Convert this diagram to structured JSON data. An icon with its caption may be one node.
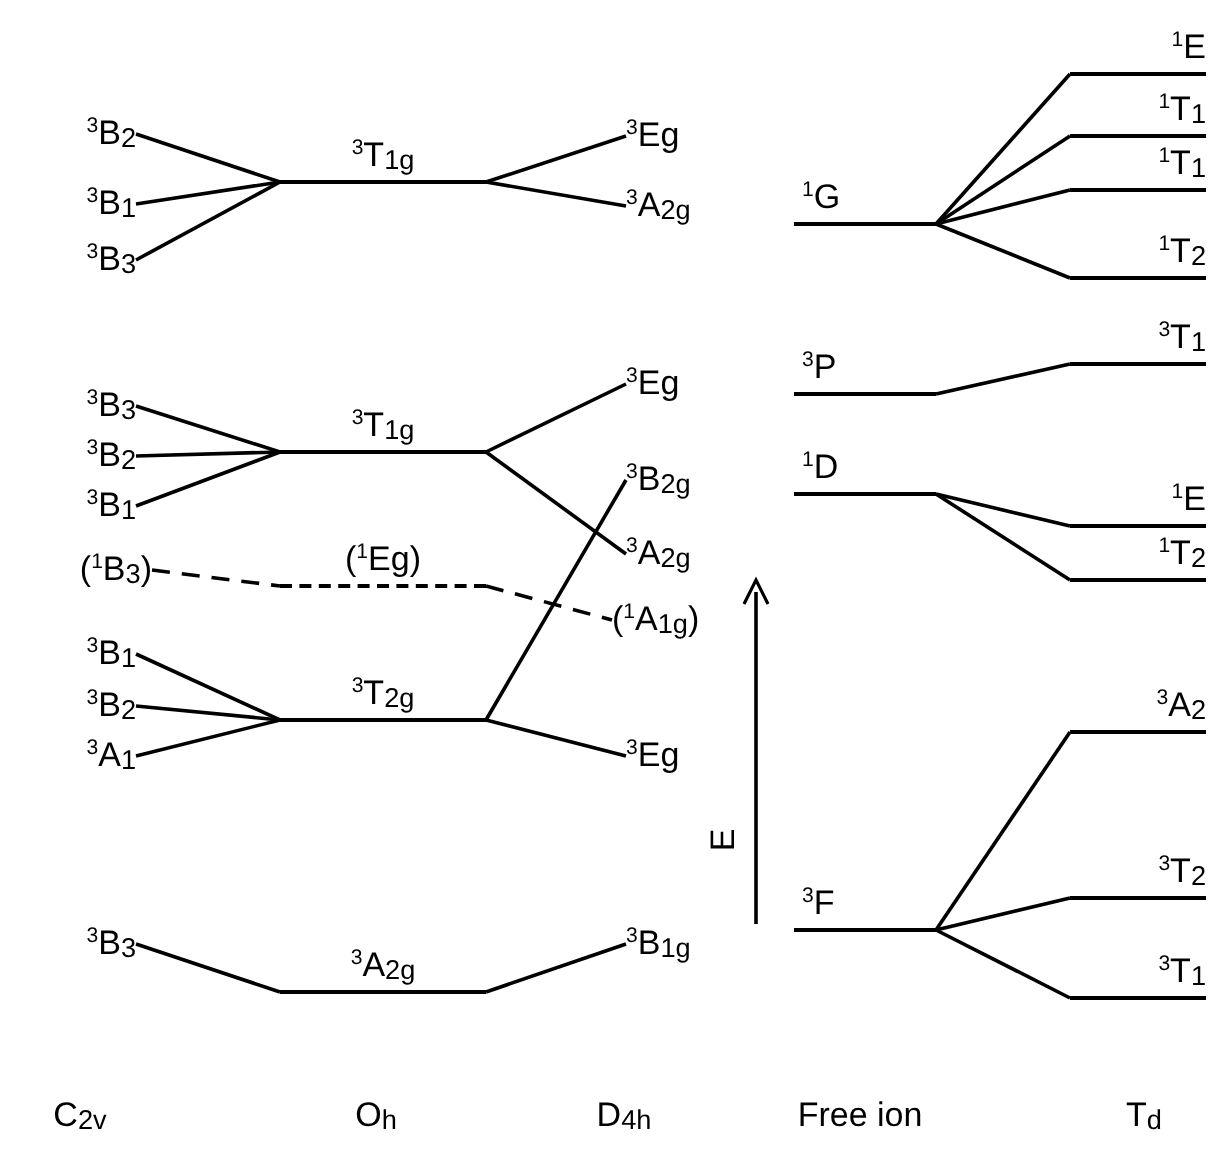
{
  "diagram": {
    "nodes": [
      {
        "text": [
          "$^{3}$B$_{2}$"
        ]
      },
      {
        "text": [
          "$^{3}$B$_{1}$"
        ]
      },
      {
        "text": [
          "$^{3}$B$_{3}$"
        ]
      },
      {
        "text": [
          "$^{3}$T$_{1g}$"
        ]
      },
      {
        "text": [
          "$^{3}$Eg"
        ]
      },
      {
        "text": [
          "$^{3}$A$_{2g}$"
        ]
      },
      {
        "text": [
          "$^{1}$G"
        ]
      },
      {
        "text": [
          "$^{1}$E"
        ]
      },
      {
        "text": [
          "$^{1}$T$_{1}$"
        ]
      },
      {
        "text": [
          "$^{1}$T$_{1}$"
        ]
      },
      {
        "text": [
          "$^{1}$T$_{2}$"
        ]
      },
      {
        "text": [
          "$^{3}$B$_{3}$"
        ]
      },
      {
        "text": [
          "$^{3}$B$_{2}$"
        ]
      },
      {
        "text": [
          "$^{3}$B$_{1}$"
        ]
      },
      {
        "text": [
          "$^{3}$T$_{1g}$"
        ]
      },
      {
        "text": [
          "$^{3}$Eg"
        ]
      },
      {
        "text": [
          "$^{3}$P"
        ]
      },
      {
        "text": [
          "$^{3}$T$_{1}$"
        ]
      },
      {
        "text": [
          "$^{3}$B$_{2g}$"
        ]
      },
      {
        "text": [
          "$^{3}$A$_{2g}$"
        ]
      },
      {
        "text": [
          "$^{1}$D"
        ]
      },
      {
        "text": [
          "$^{1}$E"
        ]
      },
      {
        "text": [
          "$^{1}$T$_{2}$"
        ]
      },
      {
        "text": [
          "($^{1}$B$_{3}$)"
        ]
      },
      {
        "text": [
          "($^{1}$Eg)"
        ]
      },
      {
        "text": [
          "($^{1}$A$_{1g}$)"
        ]
      },
      {
        "text": [
          "$^{3}$B$_{1}$"
        ]
      },
      {
        "text": [
          "$^{3}$B$_{2}$"
        ]
      },
      {
        "text": [
          "$^{3}$A$_{1}$"
        ]
      },
      {
        "text": [
          "$^{3}$T$_{2g}$"
        ]
      },
      {
        "text": [
          "$^{3}$Eg"
        ]
      },
      {
        "text": [
          "$^{3}$A$_{2}$"
        ]
      },
      {
        "text": [
          "$^{3}$F"
        ]
      },
      {
        "text": [
          "$^{3}$T$_{2}$"
        ]
      },
      {
        "text": [
          "$^{3}$T$_{1}$"
        ]
      },
      {
        "text": [
          "$^{3}$B$_{3}$"
        ]
      },
      {
        "text": [
          "$^{3}$A$_{2g}$"
        ]
      },
      {
        "text": [
          "$^{3}$B$_{1g}$"
        ]
      }
    ],
    "edges": [
      {
        "from": 0,
        "to": 3,
        "arrow": "none"
      },
      {
        "from": 1,
        "to": 3,
        "arrow": "none"
      },
      {
        "from": 2,
        "to": 3,
        "arrow": "none"
      },
      {
        "from": 3,
        "to": 4,
        "arrow": "none"
      },
      {
        "from": 3,
        "to": 5,
        "arrow": "none"
      },
      {
        "from": 6,
        "to": 7,
        "arrow": "none"
      },
      {
        "from": 6,
        "to": 8,
        "arrow": "none"
      },
      {
        "from": 6,
        "to": 9,
        "arrow": "none"
      },
      {
        "from": 6,
        "to": 10,
        "arrow": "none"
      },
      {
        "from": 11,
        "to": 14,
        "arrow": "none"
      },
      {
        "from": 12,
        "to": 14,
        "arrow": "none"
      },
      {
        "from": 13,
        "to": 14,
        "arrow": "none"
      },
      {
        "from": 14,
        "to": 15,
        "arrow": "none"
      },
      {
        "from": 14,
        "to": 19,
        "arrow": "none"
      },
      {
        "from": 16,
        "to": 17,
        "arrow": "none"
      },
      {
        "from": 20,
        "to": 21,
        "arrow": "none"
      },
      {
        "from": 20,
        "to": 22,
        "arrow": "none"
      },
      {
        "from": 23,
        "to": 24,
        "arrow": "none",
        "style": "dashed"
      },
      {
        "from": 24,
        "to": 25,
        "arrow": "none",
        "style": "dashed"
      },
      {
        "from": 26,
        "to": 29,
        "arrow": "none"
      },
      {
        "from": 27,
        "to": 29,
        "arrow": "none"
      },
      {
        "from": 28,
        "to": 29,
        "arrow": "none"
      },
      {
        "from": 29,
        "to": 18,
        "arrow": "none"
      },
      {
        "from": 29,
        "to": 30,
        "arrow": "none"
      },
      {
        "from": 32,
        "to": 31,
        "arrow": "none"
      },
      {
        "from": 32,
        "to": 33,
        "arrow": "none"
      },
      {
        "from": 32,
        "to": 34,
        "arrow": "none"
      },
      {
        "from": 35,
        "to": 36,
        "arrow": "none"
      },
      {
        "from": 36,
        "to": 37,
        "arrow": "none"
      }
    ],
    "labels": [
      "E",
      "C$_{2v}$",
      "O$_{h}$",
      "D$_{4h}$",
      "Free ion",
      "T$_{d}$"
    ]
  }
}
